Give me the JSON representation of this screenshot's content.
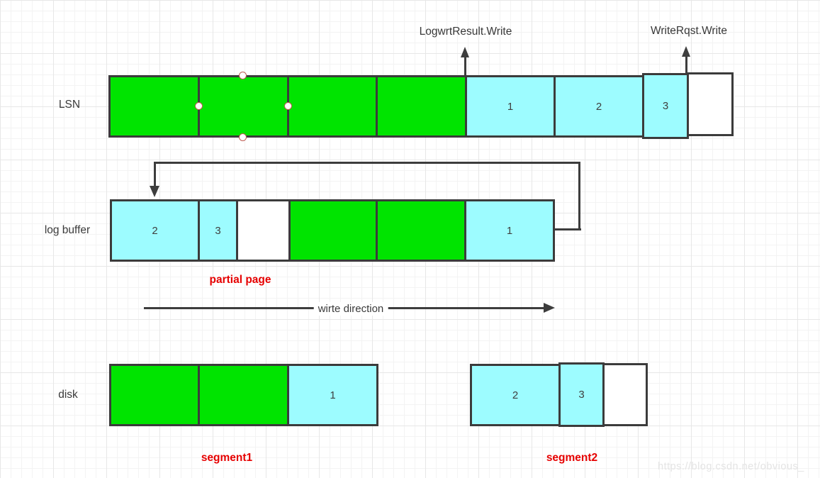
{
  "page": {
    "watermark": "https://blog.csdn.net/obvious_"
  },
  "colors": {
    "page_green": "#00e400",
    "page_cyan": "#9dfcff",
    "page_white": "#ffffff",
    "shape_border": "#3b3b3b",
    "connector": "#3d3d3d",
    "label_red": "#e60000",
    "text_gray": "#3f3f3f",
    "handle_ring": "#bf5b52"
  },
  "annotations": {
    "logwrt_result": "LogwrtResult.Write",
    "write_rqst": "WriteRqst.Write",
    "partial_page": "partial page",
    "write_direction": "wirte direction",
    "segment1": "segment1",
    "segment2": "segment2"
  },
  "lsn": {
    "label": "LSN",
    "cells": [
      {
        "fill": "green",
        "label": ""
      },
      {
        "fill": "green",
        "label": "",
        "selected": true
      },
      {
        "fill": "green",
        "label": ""
      },
      {
        "fill": "green",
        "label": ""
      },
      {
        "fill": "cyan",
        "label": "1"
      },
      {
        "fill": "cyan",
        "label": "2"
      },
      {
        "fill": "cyan",
        "label": "3"
      },
      {
        "fill": "white",
        "label": ""
      }
    ]
  },
  "log_buffer": {
    "label": "log buffer",
    "cells": [
      {
        "fill": "cyan",
        "label": "2"
      },
      {
        "fill": "cyan",
        "label": "3"
      },
      {
        "fill": "white",
        "label": ""
      },
      {
        "fill": "green",
        "label": ""
      },
      {
        "fill": "green",
        "label": ""
      },
      {
        "fill": "cyan",
        "label": "1"
      }
    ]
  },
  "disk": {
    "label": "disk",
    "segment1_cells": [
      {
        "fill": "green",
        "label": ""
      },
      {
        "fill": "green",
        "label": ""
      },
      {
        "fill": "cyan",
        "label": "1"
      }
    ],
    "segment2_cells": [
      {
        "fill": "cyan",
        "label": "2"
      },
      {
        "fill": "cyan",
        "label": "3"
      },
      {
        "fill": "white",
        "label": ""
      }
    ]
  }
}
